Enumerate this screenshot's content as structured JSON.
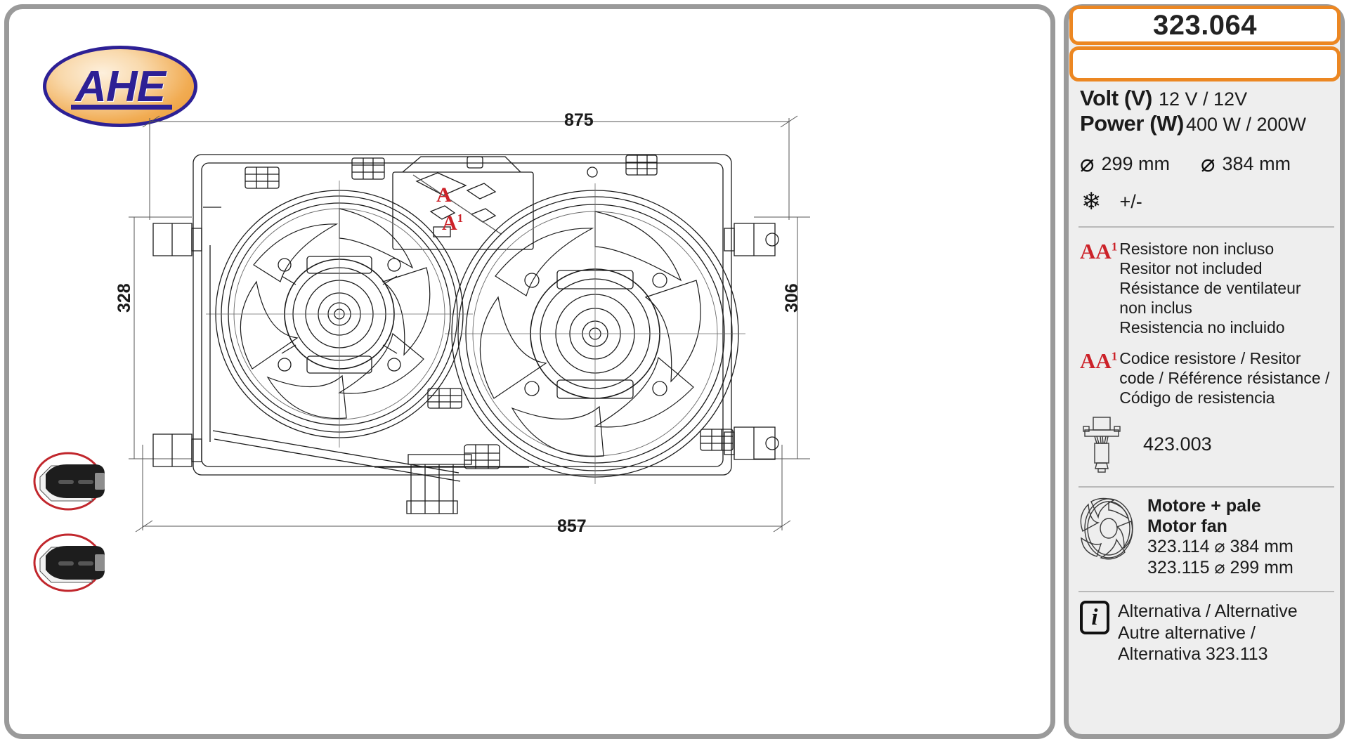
{
  "part_number": "323.064",
  "brand": {
    "logo_text": "AHE"
  },
  "drawing": {
    "dimensions": {
      "top_width": "875",
      "bottom_width": "857",
      "left_height": "328",
      "right_height": "306"
    },
    "callouts": [
      {
        "label": "A",
        "sup": ""
      },
      {
        "label": "A",
        "sup": "1"
      }
    ],
    "connector_photos": [
      "connector-photo-1",
      "connector-photo-2"
    ]
  },
  "spec": {
    "volt": {
      "label": "Volt (V)",
      "value": "12 V / 12V"
    },
    "power": {
      "label": "Power (W)",
      "value": "400 W / 200W"
    },
    "diameters": [
      {
        "icon": "diameter-icon",
        "value": "299 mm"
      },
      {
        "icon": "diameter-icon",
        "value": "384 mm"
      }
    ],
    "snowflake": {
      "icon": "snowflake-icon",
      "value": "+/-"
    },
    "resistor_note": {
      "marker": "AA",
      "marker_sup": "1",
      "lines": [
        "Resistore non incluso",
        "Resitor not included",
        "Résistance de ventilateur",
        "non inclus",
        "Resistencia no incluido"
      ]
    },
    "resistor_code_note": {
      "marker": "AA",
      "marker_sup": "1",
      "lines": [
        "Codice resistore / Resitor",
        "code / Référence résistance /",
        "Código de resistencia"
      ]
    },
    "resistor_part": {
      "icon": "resistor-icon",
      "code": "423.003"
    },
    "motor_fan": {
      "icon": "fan-icon",
      "title_it": "Motore + pale",
      "title_en": "Motor fan",
      "items": [
        "323.114  ⌀ 384 mm",
        "323.115  ⌀ 299 mm"
      ]
    },
    "alternative": {
      "icon": "info-icon",
      "lines": [
        "Alternativa / Alternative",
        "Autre alternative /",
        "Alternativa 323.113"
      ]
    }
  },
  "colors": {
    "accent_orange": "#ec8722",
    "frame_gray": "#9a9a9a",
    "panel_bg": "#eeeeee",
    "logo_blue": "#2d2095",
    "red": "#cc2229"
  }
}
